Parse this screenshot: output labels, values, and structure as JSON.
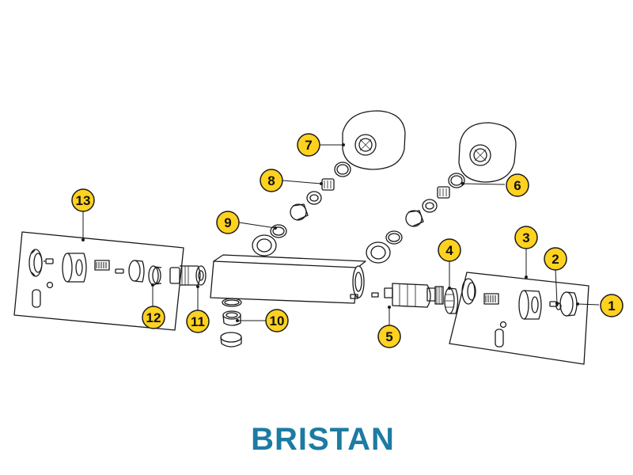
{
  "diagram": {
    "callouts": [
      {
        "id": "1",
        "label": "1"
      },
      {
        "id": "2",
        "label": "2"
      },
      {
        "id": "3",
        "label": "3"
      },
      {
        "id": "4",
        "label": "4"
      },
      {
        "id": "5",
        "label": "5"
      },
      {
        "id": "6",
        "label": "6"
      },
      {
        "id": "7",
        "label": "7"
      },
      {
        "id": "8",
        "label": "8"
      },
      {
        "id": "9",
        "label": "9"
      },
      {
        "id": "10",
        "label": "10"
      },
      {
        "id": "11",
        "label": "11"
      },
      {
        "id": "12",
        "label": "12"
      },
      {
        "id": "13",
        "label": "13"
      }
    ],
    "callout_fill": "#FFD21F",
    "line_color": "#1a1a1a"
  },
  "brand": {
    "logo_text": "BRISTAN",
    "color": "#1C7BA3"
  }
}
